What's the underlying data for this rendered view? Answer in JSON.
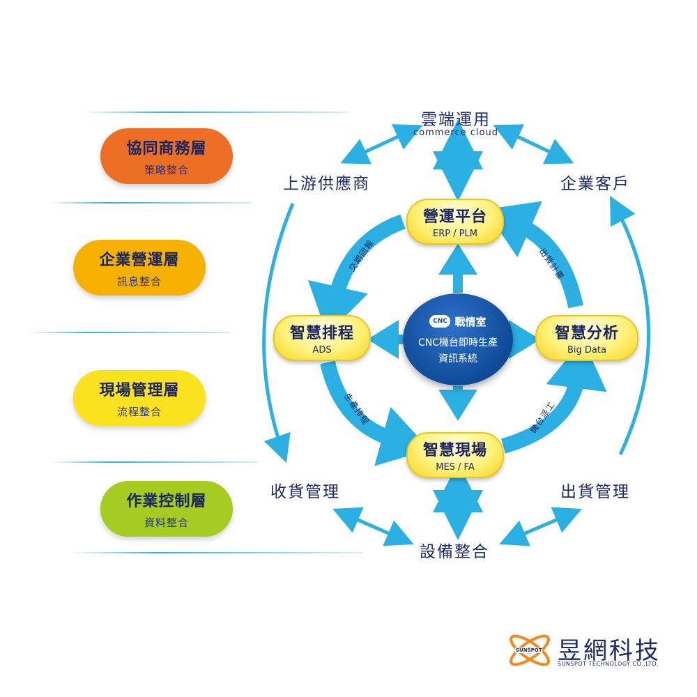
{
  "layers": [
    {
      "title": "協同商務層",
      "subtitle": "策略整合",
      "color": "#ec6f25"
    },
    {
      "title": "企業營運層",
      "subtitle": "訊息整合",
      "color": "#f6b000"
    },
    {
      "title": "現場管理層",
      "subtitle": "流程整合",
      "color": "#fbe21e"
    },
    {
      "title": "作業控制層",
      "subtitle": "資料整合",
      "color": "#a6cb21"
    }
  ],
  "outer_nodes": {
    "cloud_title": "雲端運用",
    "cloud_sub": "commerce cloud",
    "supplier": "上游供應商",
    "customer": "企業客戶",
    "receiving": "收貨管理",
    "shipping": "出貨管理",
    "equipment": "設備整合"
  },
  "inner_nodes": {
    "ops_title": "營運平台",
    "ops_sub": "ERP / PLM",
    "sched_title": "智慧排程",
    "sched_sub": "ADS",
    "analysis_title": "智慧分析",
    "analysis_sub": "Big Data",
    "site_title": "智慧現場",
    "site_sub": "MES / FA"
  },
  "center": {
    "badge": "CNC",
    "title": "戰情室",
    "line1": "CNC機台即時生產",
    "line2": "資訊系統"
  },
  "arc_labels": {
    "delivery_report": "交期回報",
    "shipping_plan": "出貨計畫",
    "production_schedule": "生產排程",
    "machine_dispatch": "機台派工"
  },
  "logo": {
    "mark_text": "SUNSPOT",
    "name": "昱網科技",
    "sub": "SUNSPOT TECHNOLOGY CO.,LTD."
  },
  "colors": {
    "arrow_blue": "#2bb0e4",
    "text_navy": "#1d2a6b"
  }
}
